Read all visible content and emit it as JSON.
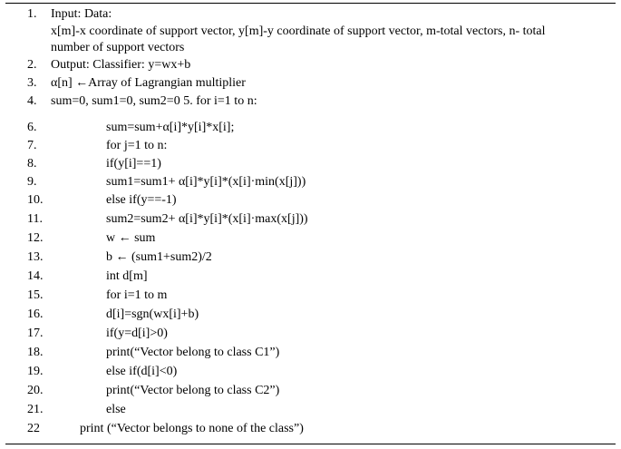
{
  "algorithm": {
    "lines": [
      {
        "num": "1.",
        "text": "Input: Data:"
      },
      {
        "num": "",
        "text": "x[m]-x coordinate of support vector, y[m]-y coordinate of support vector, m-total vectors, n- total"
      },
      {
        "num": "",
        "text": "number of support vectors"
      },
      {
        "num": "2.",
        "text": "Output: Classifier: y=wx+b"
      },
      {
        "num": "3.",
        "text": "α[n] ←Array of Lagrangian multiplier"
      },
      {
        "num": "4.",
        "text": "sum=0, sum1=0, sum2=0 5. for i=1 to n:"
      },
      {
        "num": "6.",
        "text": "sum=sum+α[i]*y[i]*x[i];"
      },
      {
        "num": "7.",
        "text": "for j=1 to n:"
      },
      {
        "num": "8.",
        "text": "if(y[i]==1)"
      },
      {
        "num": "9.",
        "text": "sum1=sum1+ α[i]*y[i]*(x[i]·min(x[j]))"
      },
      {
        "num": "10.",
        "text": "else if(y==-1)"
      },
      {
        "num": "11.",
        "text": "sum2=sum2+ α[i]*y[i]*(x[i]·max(x[j]))"
      },
      {
        "num": "12.",
        "text": "w ← sum"
      },
      {
        "num": "13.",
        "text": "b ← (sum1+sum2)/2"
      },
      {
        "num": "14.",
        "text": "int d[m]"
      },
      {
        "num": "15.",
        "text": "for i=1 to m"
      },
      {
        "num": "16.",
        "text": "d[i]=sgn(wx[i]+b)"
      },
      {
        "num": "17.",
        "text": "if(y=d[i]>0)"
      },
      {
        "num": "18.",
        "text": "print(“Vector belong to class C1”)"
      },
      {
        "num": "19.",
        "text": "else if(d[i]<0)"
      },
      {
        "num": "20.",
        "text": "print(“Vector belong to class C2”)"
      },
      {
        "num": "21.",
        "text": "else"
      },
      {
        "num": "22",
        "text": "print (“Vector belongs to none of the class”)"
      }
    ]
  }
}
